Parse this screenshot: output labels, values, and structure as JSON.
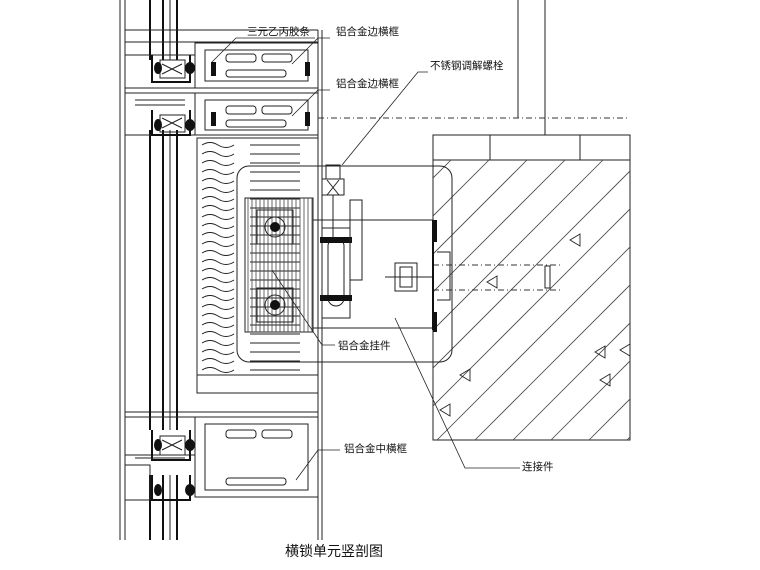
{
  "labels": {
    "epdm_strip": "三元乙丙胶条",
    "alu_edge_transom_1": "铝合金边横框",
    "alu_edge_transom_2": "铝合金边横框",
    "ss_adjust_bolt": "不锈钢调解螺栓",
    "alu_hanger": "铝合金挂件",
    "alu_mid_transom": "铝合金中横框",
    "connector": "连接件"
  },
  "caption": "横锁单元竖剖图"
}
